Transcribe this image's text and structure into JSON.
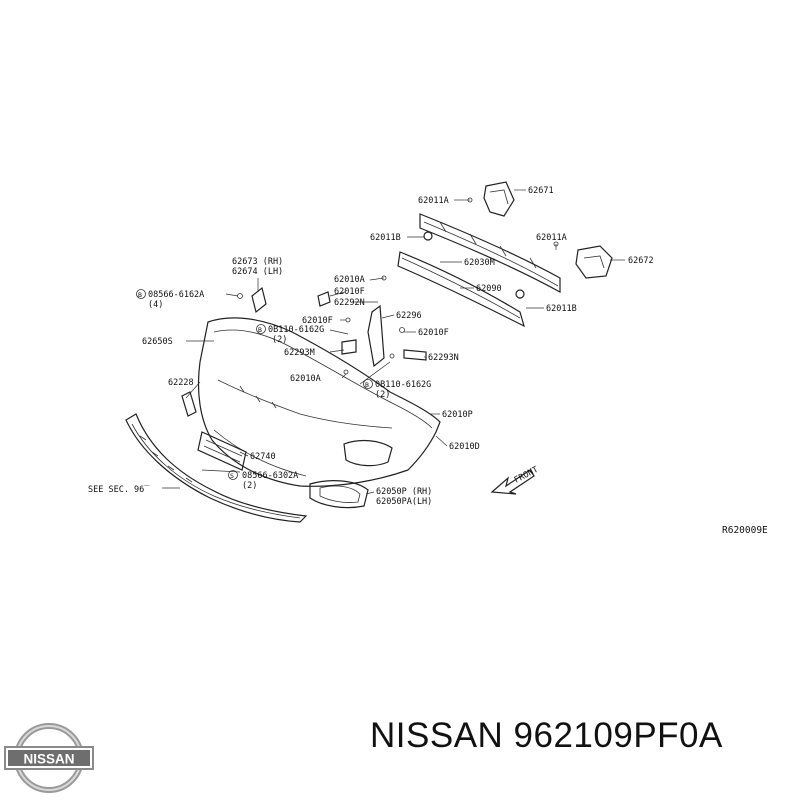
{
  "diagram": {
    "labels": {
      "p62671": "62671",
      "p62011A_top": "62011A",
      "p62011B_left": "62011B",
      "p62011A_right": "62011A",
      "p62672": "62672",
      "p62030M": "62030M",
      "p62090": "62090",
      "p62011B_right": "62011B",
      "p62673": "62673 (RH)",
      "p62674": "62674 (LH)",
      "p08566_6162A": "08566-6162A",
      "p08566_6162A_qty": "(4)",
      "p62010A_a": "62010A",
      "p62010F_a": "62010F",
      "p62292N": "62292N",
      "p62296": "62296",
      "p62010F_b": "62010F",
      "p0B110_a": "0B110-6162G",
      "p0B110_a_qty": "(2)",
      "p62010F_c": "62010F",
      "p62650S": "62650S",
      "p62293M": "62293M",
      "p62293N": "62293N",
      "p62010A_b": "62010A",
      "p0B110_b": "0B110-6162G",
      "p0B110_b_qty": "(2)",
      "p62228": "62228",
      "p62010P": "62010P",
      "p62010D": "62010D",
      "p62740": "62740",
      "p08566_6302A": "08566-6302A",
      "p08566_6302A_qty": "(2)",
      "see_sec": "SEE SEC. 96̅",
      "p62050P": "62050P (RH)",
      "p62050PA": "62050PA(LH)",
      "front": "FRONT",
      "ref": "R620009E",
      "bolt_mark": "B",
      "screw_mark": "S"
    }
  },
  "footer": {
    "brand": "NISSAN",
    "title": "NISSAN 962109PF0A"
  }
}
